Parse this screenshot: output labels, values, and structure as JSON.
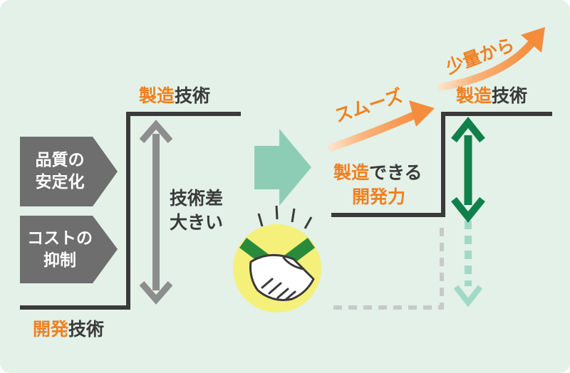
{
  "left": {
    "top_label": {
      "accent": "製造",
      "rest": "技術"
    },
    "bottom_label": {
      "accent": "開発",
      "rest": "技術"
    },
    "gap_label": [
      "技術差",
      "大きい"
    ],
    "chevrons": [
      {
        "line1": "品質の",
        "line2": "安定化"
      },
      {
        "line1": "コストの",
        "line2": "抑制"
      }
    ]
  },
  "right": {
    "top_label": {
      "accent": "製造",
      "rest": "技術"
    },
    "dev_label": {
      "accent_line1": "製造",
      "rest_line1": "できる",
      "line2": "開発力"
    },
    "smooth_label": "スムーズ",
    "small_lot_label": "少量から"
  },
  "colors": {
    "background": "#e3f1e9",
    "accent_orange": "#f08020",
    "arrow_orange": "#f7a060",
    "dark_line": "#3a3a3a",
    "chevron_gray": "#6e6e6e",
    "double_arrow_gray": "#8d8d8d",
    "middle_arrow_teal": "#8ecdb5",
    "green_arrow": "#10804a",
    "faded_green": "#a2d8c6",
    "dashed_gray": "#c9c9c9",
    "handshake_circle": "#f5f07a",
    "cuff_green": "#2a8a3c"
  },
  "icons": [
    "handshake-icon"
  ]
}
